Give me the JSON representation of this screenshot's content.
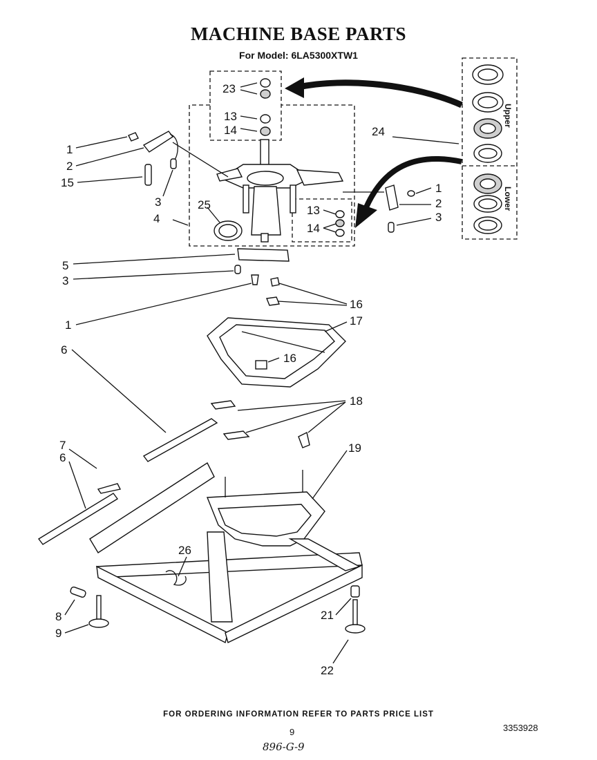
{
  "header": {
    "title": "MACHINE BASE PARTS",
    "model": "For Model: 6LA5300XTW1"
  },
  "seal_kit": {
    "upper_label": "Upper",
    "lower_label": "Lower"
  },
  "callouts": {
    "c23": "23",
    "c13a": "13",
    "c14a": "14",
    "c1a": "1",
    "c2a": "2",
    "c15": "15",
    "c3a": "3",
    "c4": "4",
    "c25": "25",
    "c24": "24",
    "c1b": "1",
    "c2b": "2",
    "c3b": "3",
    "c13b": "13",
    "c14b": "14",
    "c5": "5",
    "c3c": "3",
    "c16a": "16",
    "c1c": "1",
    "c17": "17",
    "c16b": "16",
    "c6a": "6",
    "c18": "18",
    "c7": "7",
    "c6b": "6",
    "c19": "19",
    "c26": "26",
    "c8": "8",
    "c21": "21",
    "c9": "9",
    "c22": "22"
  },
  "footer": {
    "ordering_note": "FOR ORDERING INFORMATION REFER TO PARTS PRICE LIST",
    "page_number": "9",
    "document_number": "3353928",
    "handwritten_note": "896-G-9"
  }
}
